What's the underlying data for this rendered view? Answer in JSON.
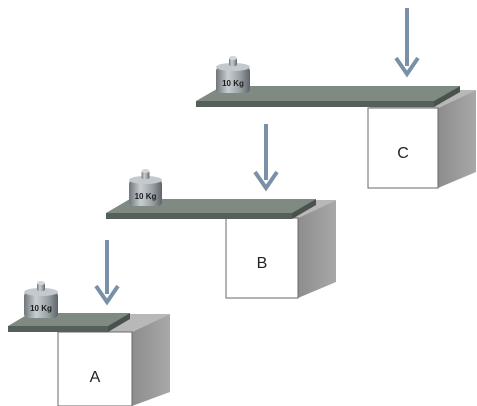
{
  "setups": [
    {
      "box_label": "C",
      "weight_label": "10 Kg"
    },
    {
      "box_label": "B",
      "weight_label": "10 Kg"
    },
    {
      "box_label": "A",
      "weight_label": "10 Kg"
    }
  ],
  "colors": {
    "box_front": "#ffffff",
    "box_side": "#9c9c9c",
    "box_top": "#b5b5b5",
    "plank_top": "#7f8a83",
    "plank_front": "#5a6560",
    "arrow": "#7a90a8",
    "weight_body": "#a9b0b6"
  }
}
